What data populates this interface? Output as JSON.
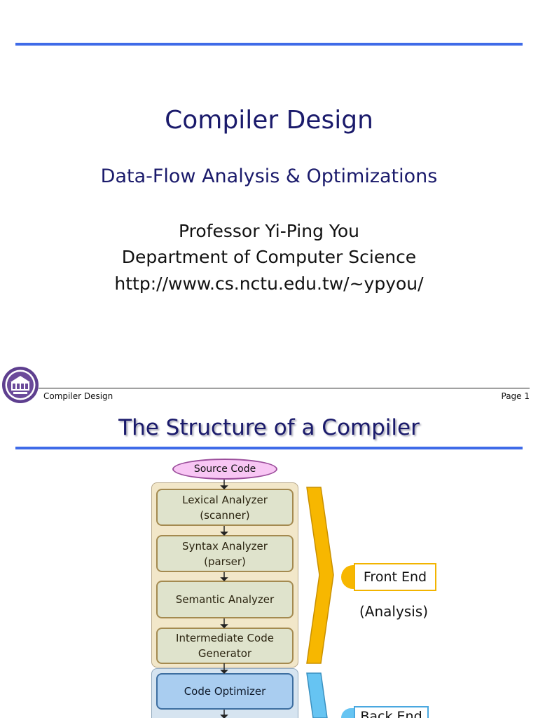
{
  "slide1": {
    "title": "Compiler Design",
    "subtitle": "Data-Flow Analysis & Optimizations",
    "lines": [
      "Professor Yi-Ping You",
      "Department of Computer Science",
      "http://www.cs.nctu.edu.tw/~ypyou/"
    ]
  },
  "footer": {
    "course": "Compiler Design",
    "page": "Page 1"
  },
  "slide2": {
    "title": "The Structure of a Compiler",
    "diagram": {
      "source": "Source Code",
      "front_end_phases": [
        "Lexical Analyzer\n(scanner)",
        "Syntax Analyzer\n(parser)",
        "Semantic Analyzer",
        "Intermediate Code\nGenerator"
      ],
      "back_end_phases": [
        "Code Optimizer"
      ],
      "front_end_label": "Front End",
      "front_end_caption": "(Analysis)",
      "back_end_label": "Back End"
    }
  },
  "icons": {
    "logo": "university-seal-icon"
  },
  "colors": {
    "accent_line": "#3f6be8",
    "title_navy": "#1a1a6b",
    "front_end": "#f7b700",
    "back_end": "#66c4f2"
  }
}
